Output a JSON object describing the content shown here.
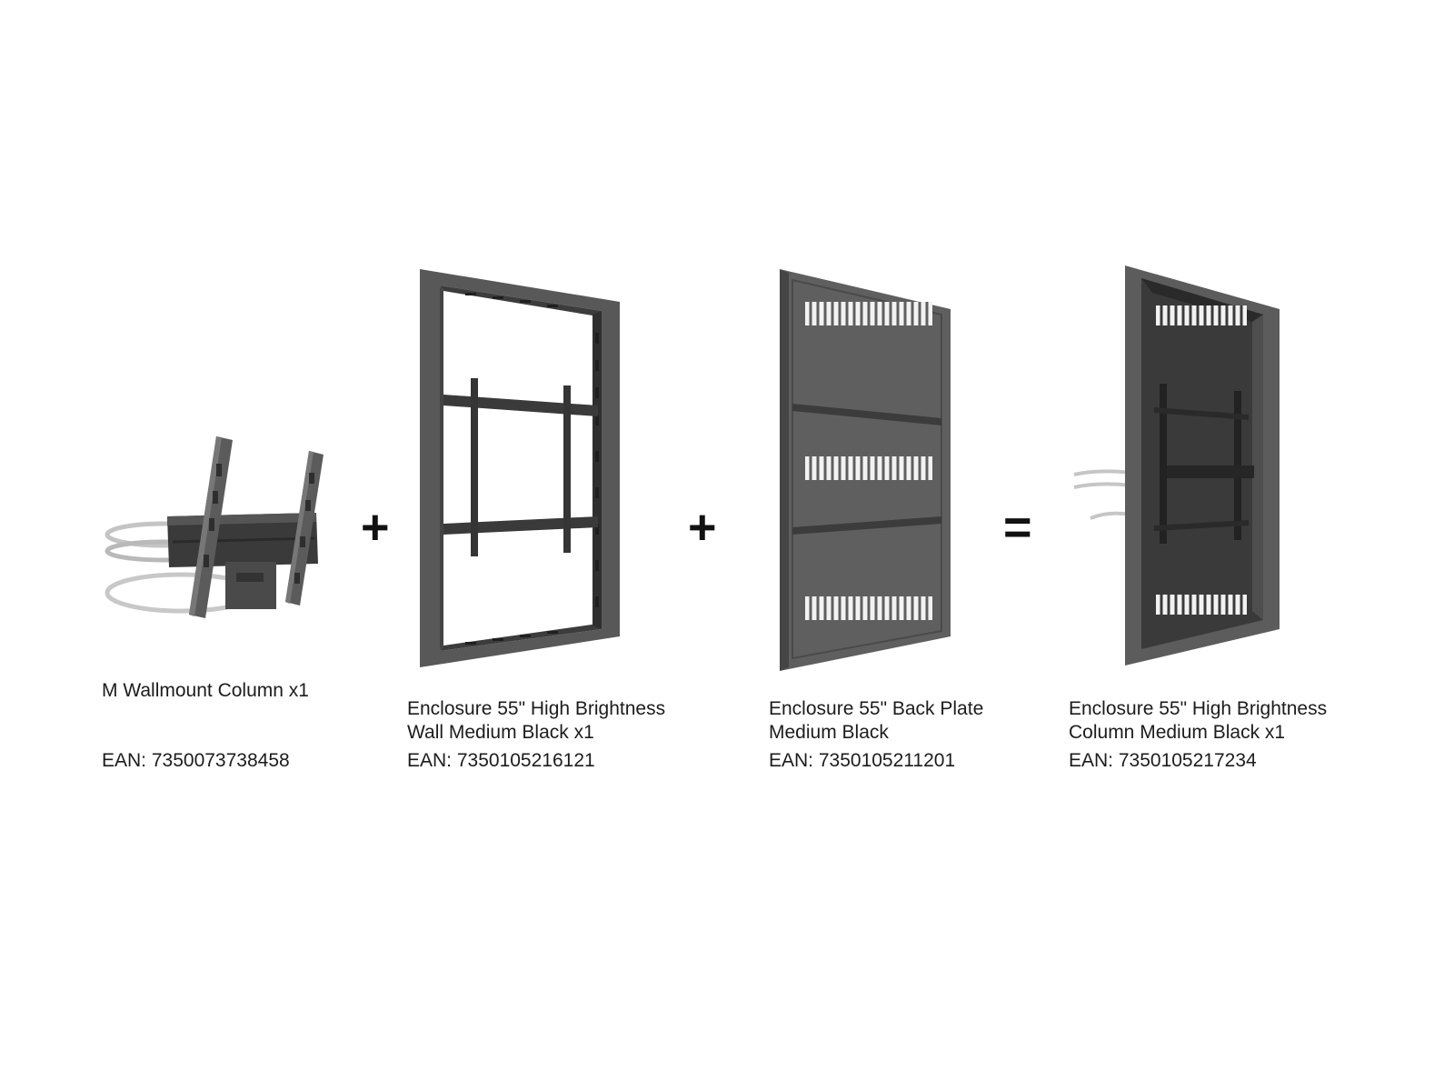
{
  "items": [
    {
      "name_lines": [
        "M Wallmount Column x1"
      ],
      "ean": "EAN: 7350073738458",
      "image_icon": "wallmount-column-bracket-icon"
    },
    {
      "name_lines": [
        "Enclosure 55\" High Brightness",
        "Wall Medium Black x1"
      ],
      "ean": "EAN: 7350105216121",
      "image_icon": "enclosure-wall-frame-icon"
    },
    {
      "name_lines": [
        "Enclosure 55\" Back Plate",
        "Medium Black"
      ],
      "ean": "EAN: 7350105211201",
      "image_icon": "back-plate-icon"
    },
    {
      "name_lines": [
        "Enclosure 55\" High Brightness",
        "Column Medium Black x1"
      ],
      "ean": "EAN: 7350105217234",
      "image_icon": "enclosure-column-assembled-icon"
    }
  ],
  "operators": [
    "+",
    "+",
    "="
  ],
  "colors": {
    "metal_dark": "#3f3f3f",
    "metal_mid": "#5a5a5a",
    "metal_light": "#7a7a7a",
    "strap": "#c9c9c9"
  }
}
